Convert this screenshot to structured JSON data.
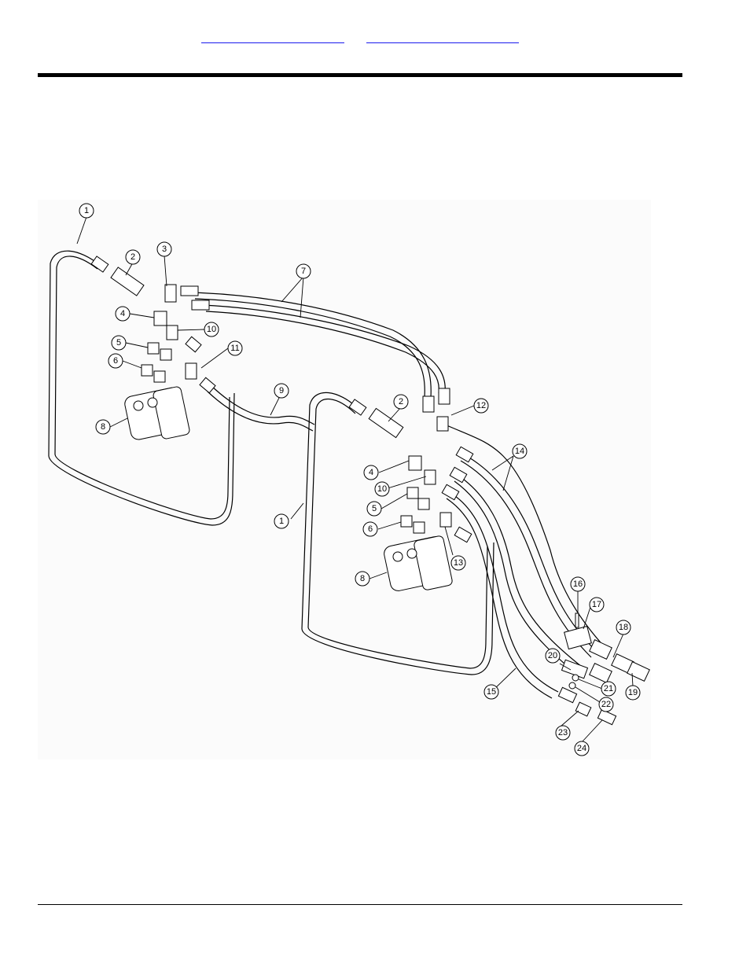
{
  "header": {
    "link_1": "",
    "link_2": ""
  },
  "diagram": {
    "callouts": [
      "1",
      "2",
      "3",
      "4",
      "5",
      "6",
      "7",
      "8",
      "9",
      "10",
      "11",
      "12",
      "13",
      "14",
      "15",
      "16",
      "17",
      "18",
      "19",
      "20",
      "21",
      "22",
      "23",
      "24"
    ]
  }
}
